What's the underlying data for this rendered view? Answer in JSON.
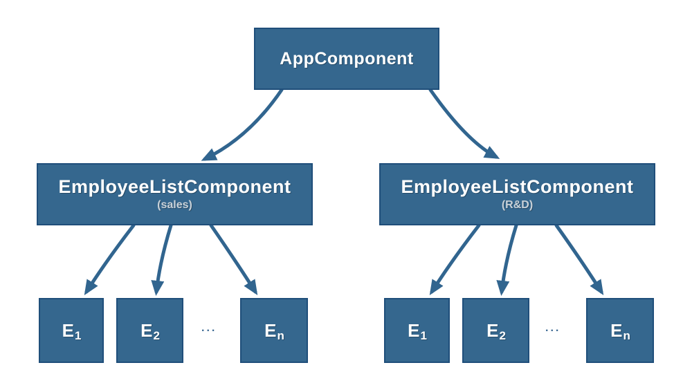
{
  "diagram": {
    "root": {
      "label": "AppComponent"
    },
    "groups": [
      {
        "label": "EmployeeListComponent",
        "sublabel": "(sales)",
        "ellipsis": "...",
        "leaves": [
          {
            "base": "E",
            "sub": "1"
          },
          {
            "base": "E",
            "sub": "2"
          },
          {
            "base": "E",
            "sub": "n"
          }
        ]
      },
      {
        "label": "EmployeeListComponent",
        "sublabel": "(R&D)",
        "ellipsis": "...",
        "leaves": [
          {
            "base": "E",
            "sub": "1"
          },
          {
            "base": "E",
            "sub": "2"
          },
          {
            "base": "E",
            "sub": "n"
          }
        ]
      }
    ],
    "colors": {
      "box_fill": "#35678e",
      "box_border": "#1f4e7a",
      "arrow": "#31658f",
      "label_text": "#ffffff",
      "sublabel_text": "#c9d2d9",
      "background": "#ffffff"
    }
  }
}
